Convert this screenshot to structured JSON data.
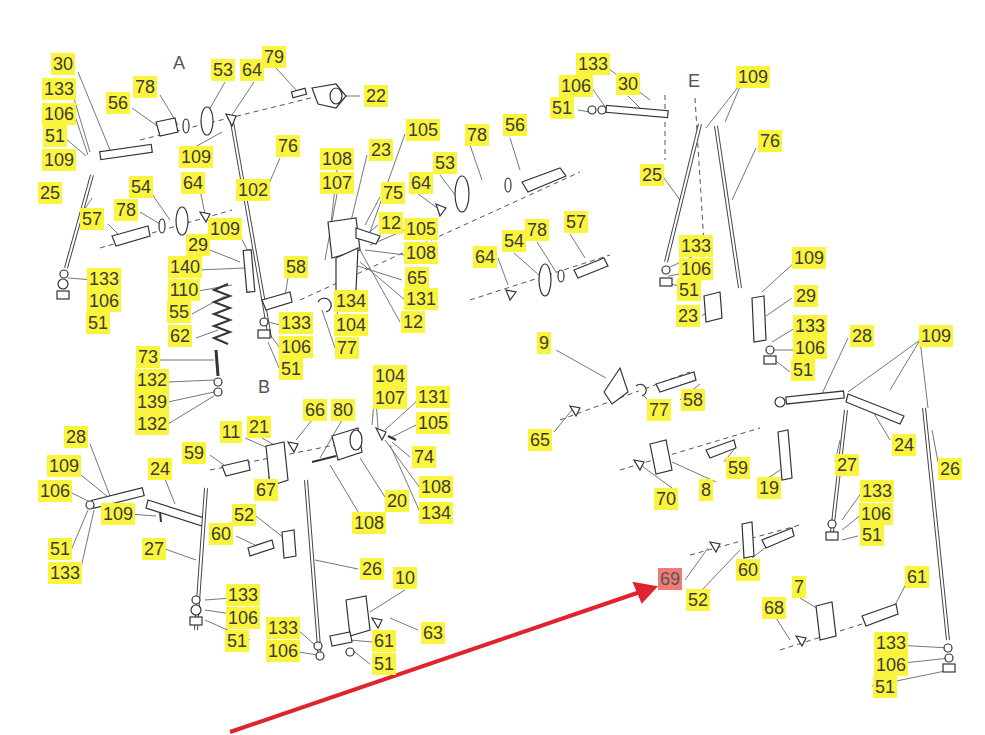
{
  "diagram": {
    "labels": [
      "A",
      "30",
      "78",
      "53",
      "64",
      "79",
      "22",
      "133",
      "56",
      "106",
      "51",
      "109",
      "109",
      "76",
      "108",
      "105",
      "78",
      "56",
      "23",
      "107",
      "25",
      "54",
      "64",
      "78",
      "102",
      "75",
      "53",
      "64",
      "57",
      "109",
      "29",
      "12",
      "105",
      "108",
      "65",
      "140",
      "58",
      "131",
      "110",
      "133",
      "106",
      "51",
      "55",
      "133",
      "134",
      "104",
      "12",
      "62",
      "106",
      "77",
      "51",
      "73",
      "132",
      "139",
      "132",
      "64",
      "54",
      "78",
      "57",
      "B",
      "104",
      "107",
      "131",
      "11",
      "21",
      "66",
      "80",
      "105",
      "28",
      "59",
      "74",
      "109",
      "24",
      "67",
      "106",
      "20",
      "108",
      "108",
      "134",
      "52",
      "60",
      "109",
      "51",
      "133",
      "27",
      "26",
      "10",
      "133",
      "106",
      "51",
      "133",
      "106",
      "63",
      "61",
      "51",
      "133",
      "E",
      "109",
      "106",
      "30",
      "51",
      "76",
      "25",
      "133",
      "109",
      "106",
      "51",
      "29",
      "23",
      "133",
      "106",
      "51",
      "28",
      "109",
      "9",
      "58",
      "77",
      "24",
      "65",
      "59",
      "26",
      "27",
      "19",
      "133",
      "8",
      "70",
      "106",
      "51",
      "60",
      "69",
      "52",
      "61",
      "7",
      "68",
      "133",
      "106",
      "51"
    ]
  }
}
